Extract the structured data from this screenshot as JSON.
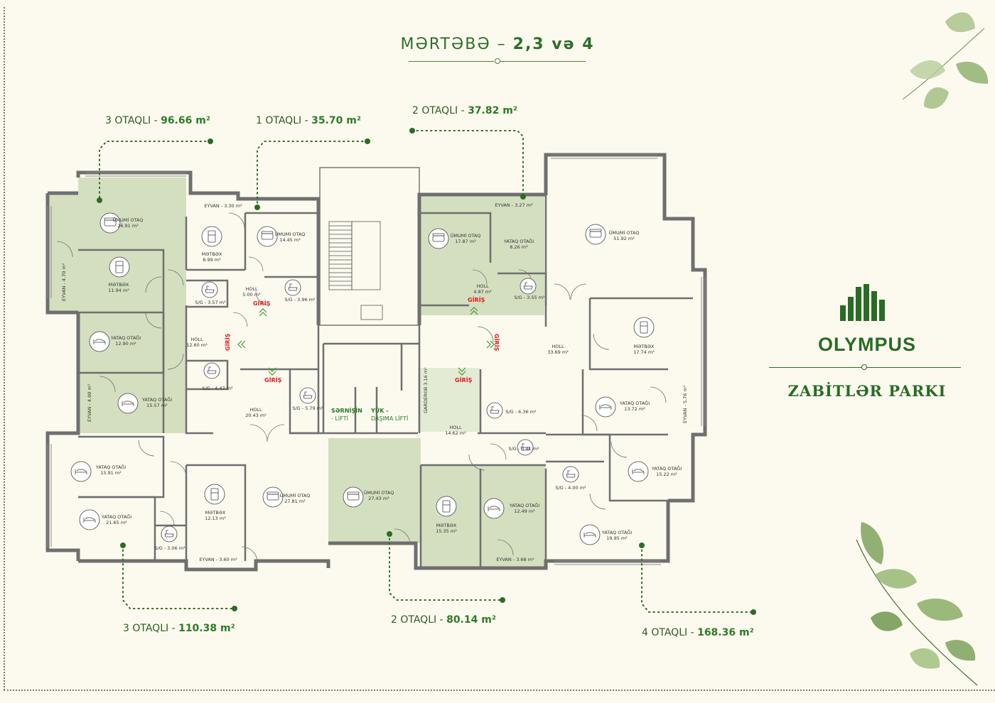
{
  "header": {
    "floor_label": "MƏRTƏBƏ",
    "floor_sep": " – ",
    "floors": "2,3 və 4"
  },
  "apartments": [
    {
      "rooms": "3 OTAQLI",
      "sep": " - ",
      "area": "96.66 m²"
    },
    {
      "rooms": "1 OTAQLI",
      "sep": " - ",
      "area": "35.70 m²"
    },
    {
      "rooms": "2 OTAQLI",
      "sep": " - ",
      "area": "37.82 m²"
    },
    {
      "rooms": "3 OTAQLI",
      "sep": " - ",
      "area": "110.38 m²"
    },
    {
      "rooms": "2 OTAQLI",
      "sep": " - ",
      "area": "80.14 m²"
    },
    {
      "rooms": "4 OTAQLI",
      "sep": " - ",
      "area": "168.36 m²"
    }
  ],
  "brand": {
    "name": "OLYMPUS",
    "subtitle": "ZABİTLƏR PARKI"
  },
  "rooms": [
    {
      "name": "ÜMUMİ OTAQ",
      "area": "26.91 m²"
    },
    {
      "name": "MƏTBƏX",
      "area": "11.94 m²"
    },
    {
      "name": "YATAQ OTAĞI",
      "area": "12.90 m²"
    },
    {
      "name": "YATAQ OTAĞI",
      "area": "15.57 m²"
    },
    {
      "name": "HOLL",
      "area": "12.60 m²"
    },
    {
      "name": "S/G - 3.57 m²",
      "area": ""
    },
    {
      "name": "S/G - 4.47 m²",
      "area": ""
    },
    {
      "name": "EYVAN - 3.30 m²",
      "area": ""
    },
    {
      "name": "MƏTBƏX",
      "area": "8.99 m²"
    },
    {
      "name": "ÜMUMİ OTAQ",
      "area": "14.45 m²"
    },
    {
      "name": "HOLL",
      "area": "5.00 m²"
    },
    {
      "name": "S/G - 3.96 m²",
      "area": ""
    },
    {
      "name": "HOLL",
      "area": "20.43 m²"
    },
    {
      "name": "S/G - 5.79 m²",
      "area": ""
    },
    {
      "name": "EYVAN - 3.27 m²",
      "area": ""
    },
    {
      "name": "ÜMUMİ OTAQ",
      "area": "17.87 m²"
    },
    {
      "name": "YATAQ OTAĞI",
      "area": "8.26 m²"
    },
    {
      "name": "HOLL",
      "area": "4.87 m²"
    },
    {
      "name": "S/G - 3.55 m²",
      "area": ""
    },
    {
      "name": "ÜMUMİ OTAQ",
      "area": "51.92 m²"
    },
    {
      "name": "HOLL",
      "area": "33.69 m²"
    },
    {
      "name": "MƏTBƏX",
      "area": "17.74 m²"
    },
    {
      "name": "YATAQ OTAĞI",
      "area": "13.72 m²"
    },
    {
      "name": "S/G - 6.36 m²",
      "area": ""
    },
    {
      "name": "YATAQ OTAĞI",
      "area": "15.22 m²"
    },
    {
      "name": "S/G - 4.00 m²",
      "area": ""
    },
    {
      "name": "YATAQ OTAĞI",
      "area": "19.95 m²"
    },
    {
      "name": "GARDEROB",
      "area": "3.16 m²"
    },
    {
      "name": "HOLL",
      "area": "14.62 m²"
    },
    {
      "name": "S/G - 3.41 m²",
      "area": ""
    },
    {
      "name": "YATAQ OTAĞI",
      "area": "15.91 m²"
    },
    {
      "name": "YATAQ OTAĞI",
      "area": "21.65 m²"
    },
    {
      "name": "MƏTBƏX",
      "area": "12.13 m²"
    },
    {
      "name": "S/G - 3.06 m²",
      "area": ""
    },
    {
      "name": "EYVAN - 3.60 m²",
      "area": ""
    },
    {
      "name": "ÜMUMİ OTAQ",
      "area": "27.81 m²"
    },
    {
      "name": "ÜMUMİ OTAQ",
      "area": "27.43 m²"
    },
    {
      "name": "MƏTBƏX",
      "area": "15.35 m²"
    },
    {
      "name": "YATAQ OTAĞI",
      "area": "12.49 m²"
    },
    {
      "name": "EYVAN - 3.68 m²",
      "area": ""
    }
  ],
  "side_labels": [
    "EYVAN - 4.70 m²",
    "EYVAN - 4.00 m²",
    "EYVAN - 5.76 m²"
  ],
  "entries": [
    "GİRİŞ",
    "GİRİŞ",
    "GİRİŞ",
    "GİRİŞ",
    "GİRİŞ"
  ],
  "lifts": {
    "passenger": {
      "title": "SƏRNİŞİN",
      "sub": "- LİFTİ"
    },
    "freight": {
      "title": "YÜK -",
      "sub": "DAŞIMA LİFTİ"
    }
  },
  "colors": {
    "accent": "#2e7a27",
    "apartment_fill": "#d4dfc0",
    "wall": "#6f6f6f",
    "entry": "#e21d1d",
    "background": "#fcfaef"
  }
}
